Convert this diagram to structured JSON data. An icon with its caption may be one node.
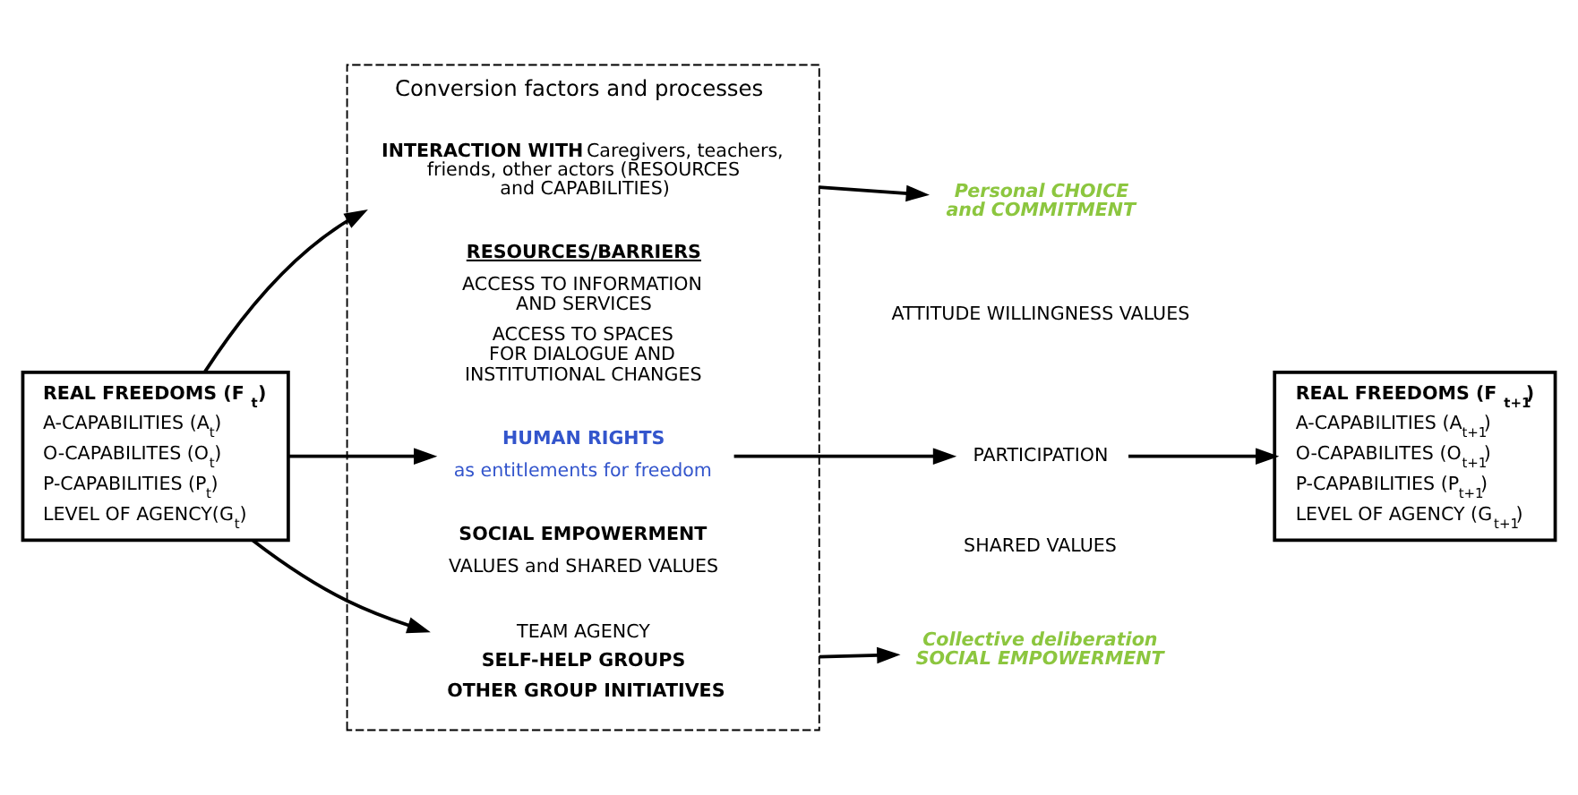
{
  "diagram": {
    "nodes": [
      {
        "text": [
          "REAL FREEDOMS (F $_{t}$)",
          "A-CAPABILITIES (A$_{t}$)",
          "O-CAPABILITES (O$_{t}$)",
          "P-CAPABILITIES (P$_{t}$)",
          "LEVEL OF AGENCY(G$_{t}$)"
        ]
      },
      {
        "text": [
          "Conversion factors and processes"
        ]
      },
      {
        "text": [
          "**INTERACTION WITH** Caregivers, teachers, friends, other actors (RESOURCES and CAPABILITIES)"
        ],
        "in": 1
      },
      {
        "text": [
          "RESOURCES/BARRIERS",
          "ACCESS TO INFORMATION AND SERVICES",
          "ACCESS TO SPACES FOR DIALOGUE AND INSTITUTIONAL CHANGES"
        ],
        "in": 1
      },
      {
        "text": [
          "HUMAN RIGHTS",
          "as entitlements for freedom"
        ],
        "in": 1
      },
      {
        "text": [
          "SOCIAL EMPOWERMENT",
          "VALUES and SHARED VALUES"
        ],
        "in": 1
      },
      {
        "text": [
          "TEAM AGENCY",
          "SELF-HELP GROUPS",
          "OTHER GROUP INITIATIVES"
        ],
        "in": 1
      },
      {
        "text": [
          "Personal CHOICE and COMMITMENT"
        ]
      },
      {
        "text": [
          "PARTICIPATION"
        ]
      },
      {
        "text": [
          "Collective deliberation SOCIAL EMPOWERMENT"
        ]
      },
      {
        "text": [
          "REAL FREEDOMS (F $_{t+1}$)",
          "A-CAPABILITIES (A$_{t+1}$)",
          "O-CAPABILITES (O$_{t+1}$)",
          "P-CAPABILITIES (P$_{t+1}$)",
          "LEVEL OF AGENCY (G$_{t+1}$)"
        ]
      }
    ],
    "edges": [
      {
        "from": 0,
        "to": 2,
        "arrow": "to"
      },
      {
        "from": 0,
        "to": 4,
        "arrow": "to"
      },
      {
        "from": 0,
        "to": 6,
        "arrow": "to"
      },
      {
        "from": 1,
        "to": 7,
        "arrow": "to"
      },
      {
        "from": 4,
        "to": 8,
        "arrow": "to"
      },
      {
        "from": 8,
        "to": 10,
        "arrow": "to"
      },
      {
        "from": 1,
        "to": 9,
        "arrow": "to"
      }
    ],
    "labels": [
      "ATTITUDE WILLINGNESS VALUES",
      "SHARED VALUES"
    ]
  }
}
